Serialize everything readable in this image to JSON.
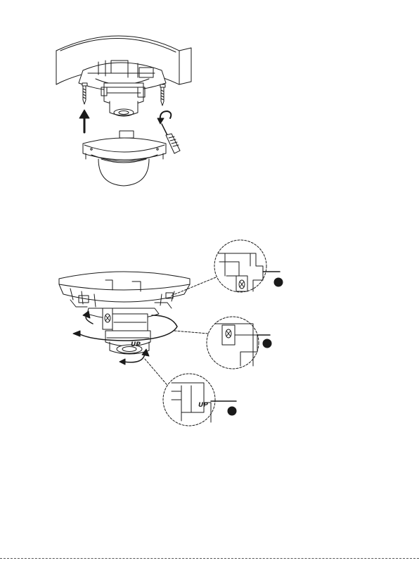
{
  "colors": {
    "line": "#1a1a1a",
    "marker_fill": "#1a1a1a",
    "page": "#ffffff"
  },
  "figure_top": {
    "parts": [
      "ceiling",
      "mounting-base",
      "screws",
      "dome-cover",
      "screwdriver",
      "up-arrow",
      "rotate-arrow"
    ]
  },
  "figure_bottom": {
    "lens_text": "UP",
    "callouts": [
      {
        "id": "callout-1",
        "marker": "filled-circle"
      },
      {
        "id": "callout-2",
        "marker": "filled-circle"
      },
      {
        "id": "callout-3",
        "marker": "filled-circle"
      }
    ]
  }
}
